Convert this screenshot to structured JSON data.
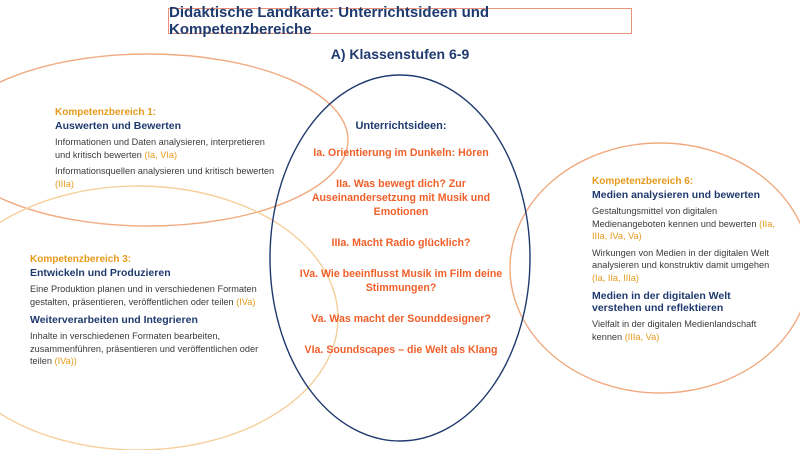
{
  "title": "Didaktische Landkarte: Unterrichtsideen und Kompetenzbereiche",
  "subtitle": "A) Klassenstufen 6-9",
  "colors": {
    "navy": "#1f3a6e",
    "orange": "#e69a1c",
    "red_orange": "#f0602a",
    "salmon": "#e8917a",
    "peach": "#f5c99a",
    "text": "#3a3a3a"
  },
  "center": {
    "title": "Unterrichtsideen:",
    "ideas": [
      "Ia. Orientierung im Dunkeln: Hören",
      "IIa. Was bewegt dich? Zur Auseinandersetzung mit Musik und Emotionen",
      "IIIa. Macht Radio glücklich?",
      "IVa. Wie beeinflusst Musik im Film deine Stimmungen?",
      "Va. Was macht der Sounddesigner?",
      "VIa. Soundscapes – die Welt als Klang"
    ]
  },
  "kb1": {
    "label": "Kompetenzbereich 1:",
    "heading": "Auswerten und Bewerten",
    "items": [
      {
        "text": "Informationen und Daten analysieren, interpretieren und kritisch bewerten",
        "ref": "(Ia, VIa)"
      },
      {
        "text": "Informationsquellen analysieren und kritisch bewerten",
        "ref": "(IIIa)"
      }
    ]
  },
  "kb3": {
    "label": "Kompetenzbereich 3:",
    "heading": "Entwickeln und Produzieren",
    "items": [
      {
        "text": "Eine Produktion planen und in verschiedenen Formaten gestalten, präsentieren, veröffentlichen oder teilen",
        "ref": "(IVa)"
      }
    ],
    "heading2": "Weiterverarbeiten und Integrieren",
    "items2": [
      {
        "text": "Inhalte in verschiedenen Formaten bearbeiten, zusammenführen, präsentieren und veröffentlichen oder teilen",
        "ref": "(IVa))"
      }
    ]
  },
  "kb6": {
    "label": "Kompetenzbereich 6:",
    "heading": "Medien analysieren und bewerten",
    "items": [
      {
        "text": "Gestaltungsmittel von digitalen Medienangeboten kennen und bewerten",
        "ref": "(IIa, IIIa, IVa, Va)"
      },
      {
        "text": "Wirkungen von Medien in der digitalen Welt analysieren und konstruktiv damit umgehen",
        "ref": "(Ia, IIa, IIIa)"
      }
    ],
    "heading2": "Medien in der digitalen Welt verstehen und reflektieren",
    "items2": [
      {
        "text": "Vielfalt in der digitalen Medienlandschaft kennen",
        "ref": "(IIIa, Va)"
      }
    ]
  }
}
